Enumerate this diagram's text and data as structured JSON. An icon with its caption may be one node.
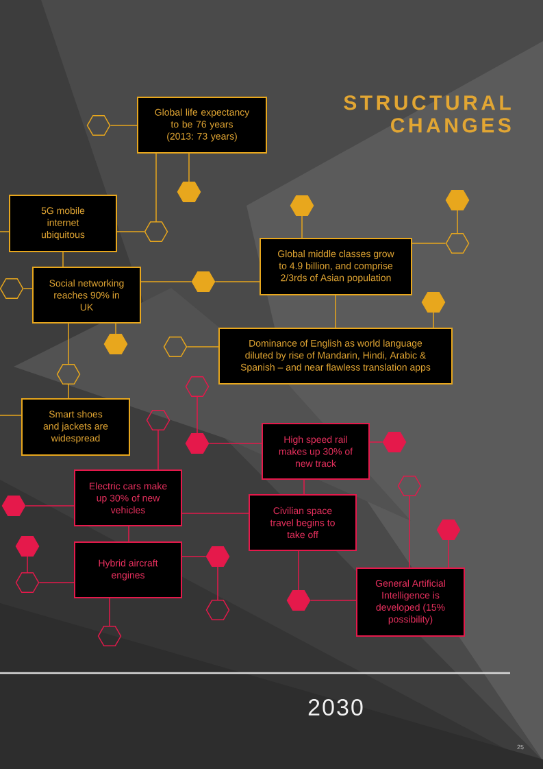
{
  "diagram": {
    "title": "STRUCTURAL CHANGES",
    "nodes": [
      {
        "text": [
          "Global life expectancy to be 76 years (2013: 73 years)"
        ]
      },
      {
        "text": [],
        "shape": "hexagon"
      },
      {
        "text": [],
        "shape": "hexagon"
      },
      {
        "text": [],
        "shape": "hexagon"
      },
      {
        "text": [],
        "shape": "hexagon"
      },
      {
        "text": [
          "5G mobile internet ubiquitous"
        ]
      },
      {
        "text": [],
        "shape": "hexagon"
      },
      {
        "text": [],
        "shape": "hexagon"
      },
      {
        "text": [
          "Global middle classes grow to 4.9 billion, and comprise 2/3rds of Asian population"
        ]
      },
      {
        "text": [
          "Social networking reaches 90% in UK"
        ]
      },
      {
        "text": [],
        "shape": "hexagon"
      },
      {
        "text": [],
        "shape": "hexagon"
      },
      {
        "text": [],
        "shape": "hexagon"
      },
      {
        "text": [
          "Dominance of English as world language diluted by rise of Mandarin, Hindi, Arabic & Spanish – and near flawless translation apps"
        ]
      },
      {
        "text": [],
        "shape": "hexagon"
      },
      {
        "text": [],
        "shape": "hexagon"
      },
      {
        "text": [],
        "shape": "hexagon"
      },
      {
        "text": [],
        "shape": "hexagon"
      },
      {
        "text": [
          "Smart shoes and jackets are widespread"
        ]
      },
      {
        "text": [],
        "shape": "hexagon"
      },
      {
        "text": [
          "High speed rail makes up 30% of new track"
        ]
      },
      {
        "text": [],
        "shape": "hexagon"
      },
      {
        "text": [],
        "shape": "hexagon"
      },
      {
        "text": [
          "Electric cars make up 30% of new vehicles"
        ]
      },
      {
        "text": [],
        "shape": "hexagon"
      },
      {
        "text": [
          "Civilian space travel begins to take off"
        ]
      },
      {
        "text": [],
        "shape": "hexagon"
      },
      {
        "text": [],
        "shape": "hexagon"
      },
      {
        "text": [],
        "shape": "hexagon"
      },
      {
        "text": [
          "Hybrid aircraft engines"
        ]
      },
      {
        "text": [],
        "shape": "hexagon"
      },
      {
        "text": [
          "General Artificial Intelligence is developed (15% possibility)"
        ]
      },
      {
        "text": [],
        "shape": "hexagon"
      },
      {
        "text": [],
        "shape": "hexagon"
      },
      {
        "text": [],
        "shape": "hexagon"
      },
      {
        "text": [],
        "shape": "hexagon"
      }
    ],
    "edges": [
      {
        "from": 1,
        "to": 0,
        "arrow": "none"
      },
      {
        "from": 0,
        "to": 2,
        "arrow": "none"
      },
      {
        "from": 0,
        "to": 6,
        "arrow": "none"
      },
      {
        "from": 5,
        "to": 6,
        "arrow": "none"
      },
      {
        "from": null,
        "to": 5,
        "arrow": "none"
      },
      {
        "from": 5,
        "to": 9,
        "arrow": "none"
      },
      {
        "from": 4,
        "to": 8,
        "arrow": "none"
      },
      {
        "from": 3,
        "to": 7,
        "arrow": "none"
      },
      {
        "from": 8,
        "to": 7,
        "arrow": "none"
      },
      {
        "from": 9,
        "to": 10,
        "arrow": "none"
      },
      {
        "from": 10,
        "to": 8,
        "arrow": "none"
      },
      {
        "from": 11,
        "to": 9,
        "arrow": "none"
      },
      {
        "from": 9,
        "to": 14,
        "arrow": "none"
      },
      {
        "from": 9,
        "to": 16,
        "arrow": "none"
      },
      {
        "from": 16,
        "to": 18,
        "arrow": "none"
      },
      {
        "from": null,
        "to": 18,
        "arrow": "none"
      },
      {
        "from": 12,
        "to": 13,
        "arrow": "none"
      },
      {
        "from": 8,
        "to": 13,
        "arrow": "none"
      },
      {
        "from": 15,
        "to": 13,
        "arrow": "none"
      },
      {
        "from": 17,
        "to": 21,
        "arrow": "none",
        "color": "#e5194b"
      },
      {
        "from": 21,
        "to": 20,
        "arrow": "none",
        "color": "#e5194b"
      },
      {
        "from": 20,
        "to": 22,
        "arrow": "none",
        "color": "#e5194b"
      },
      {
        "from": 19,
        "to": 23,
        "arrow": "none",
        "color": "#e5194b"
      },
      {
        "from": 26,
        "to": 23,
        "arrow": "none",
        "color": "#e5194b"
      },
      {
        "from": 20,
        "to": 25,
        "arrow": "none",
        "color": "#e5194b"
      },
      {
        "from": 23,
        "to": 25,
        "arrow": "none",
        "color": "#e5194b"
      },
      {
        "from": 23,
        "to": 29,
        "arrow": "none",
        "color": "#e5194b"
      },
      {
        "from": 28,
        "to": 32,
        "arrow": "none",
        "color": "#e5194b"
      },
      {
        "from": 32,
        "to": 29,
        "arrow": "none",
        "color": "#e5194b"
      },
      {
        "from": 29,
        "to": 30,
        "arrow": "none",
        "color": "#e5194b"
      },
      {
        "from": 30,
        "to": 34,
        "arrow": "none",
        "color": "#e5194b"
      },
      {
        "from": 29,
        "to": 35,
        "arrow": "none",
        "color": "#e5194b"
      },
      {
        "from": 24,
        "to": 31,
        "arrow": "none",
        "color": "#e5194b"
      },
      {
        "from": 27,
        "to": 31,
        "arrow": "none",
        "color": "#e5194b"
      },
      {
        "from": 25,
        "to": 33,
        "arrow": "none",
        "color": "#e5194b"
      },
      {
        "from": 33,
        "to": 31,
        "arrow": "none",
        "color": "#e5194b"
      }
    ],
    "labels": [
      "2030",
      "25"
    ]
  }
}
